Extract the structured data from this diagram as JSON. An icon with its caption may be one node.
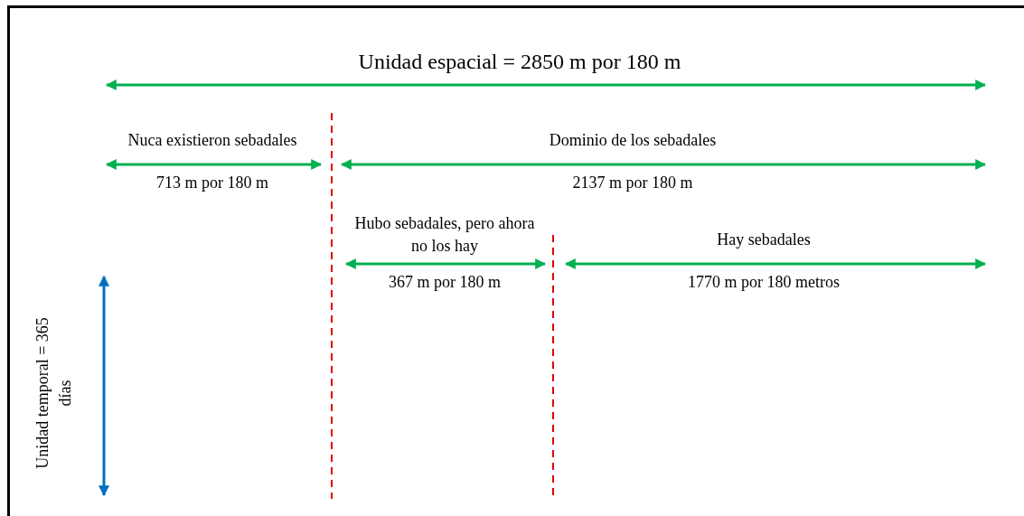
{
  "diagram": {
    "labels": [
      "Unidad espacial = 2850 m por 180 m",
      "Nuca existieron sebadales",
      "Dominio de los sebadales",
      "713 m por 180 m",
      "2137 m por 180 m",
      "Hubo sebadales, pero ahora no los hay",
      "Hay sebadales",
      "367 m por 180 m",
      "1770 m por 180 metros",
      "Unidad temporal = 365 días"
    ]
  }
}
